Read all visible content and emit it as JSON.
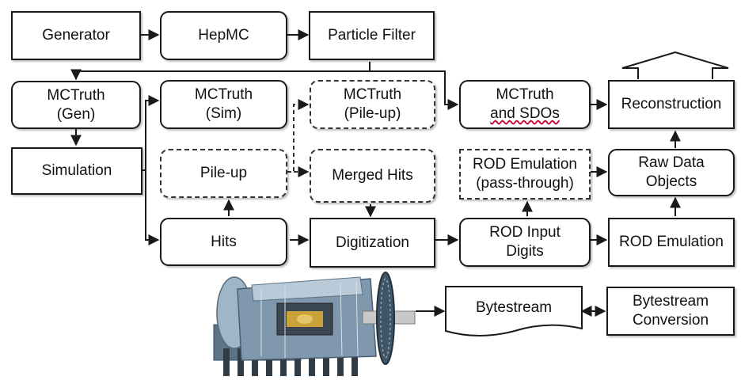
{
  "nodes": {
    "generator": "Generator",
    "hepmc": "HepMC",
    "particle_filter": "Particle Filter",
    "mctruth_gen": [
      "MCTruth",
      "(Gen)"
    ],
    "mctruth_sim": [
      "MCTruth",
      "(Sim)"
    ],
    "mctruth_pileup": [
      "MCTruth",
      "(Pile-up)"
    ],
    "mctruth_sdos": [
      "MCTruth",
      "and SDOs"
    ],
    "reconstruction": "Reconstruction",
    "simulation": "Simulation",
    "pileup": "Pile-up",
    "merged_hits": "Merged Hits",
    "rod_emulation_pass": [
      "ROD Emulation",
      "(pass-through)"
    ],
    "raw_data_objects": [
      "Raw Data",
      "Objects"
    ],
    "hits": "Hits",
    "digitization": "Digitization",
    "rod_input_digits": [
      "ROD Input",
      "Digits"
    ],
    "rod_emulation": "ROD Emulation",
    "bytestream": "Bytestream",
    "bytestream_conversion": [
      "Bytestream",
      "Conversion"
    ]
  },
  "colors": {
    "stroke": "#1a1a1a",
    "detector_body": "#6f8fa8",
    "detector_light": "#b9cbd8",
    "detector_accent": "#c9a23a"
  },
  "image": "atlas-detector-illustration"
}
